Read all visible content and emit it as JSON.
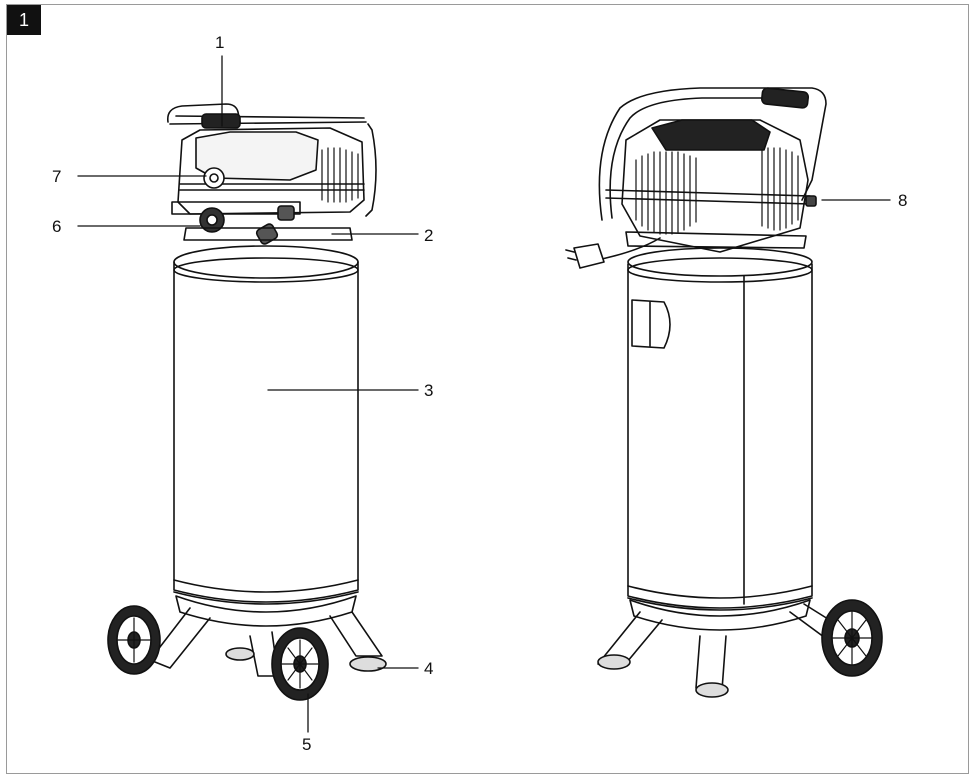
{
  "figure_number": "1",
  "callouts": [
    "1",
    "2",
    "3",
    "4",
    "5",
    "6",
    "7",
    "8"
  ],
  "colors": {
    "line": "#111111",
    "frame": "#9a9a9a",
    "badge": "#111111"
  },
  "icons": [
    "front-compressor-illustration",
    "rear-compressor-illustration"
  ]
}
